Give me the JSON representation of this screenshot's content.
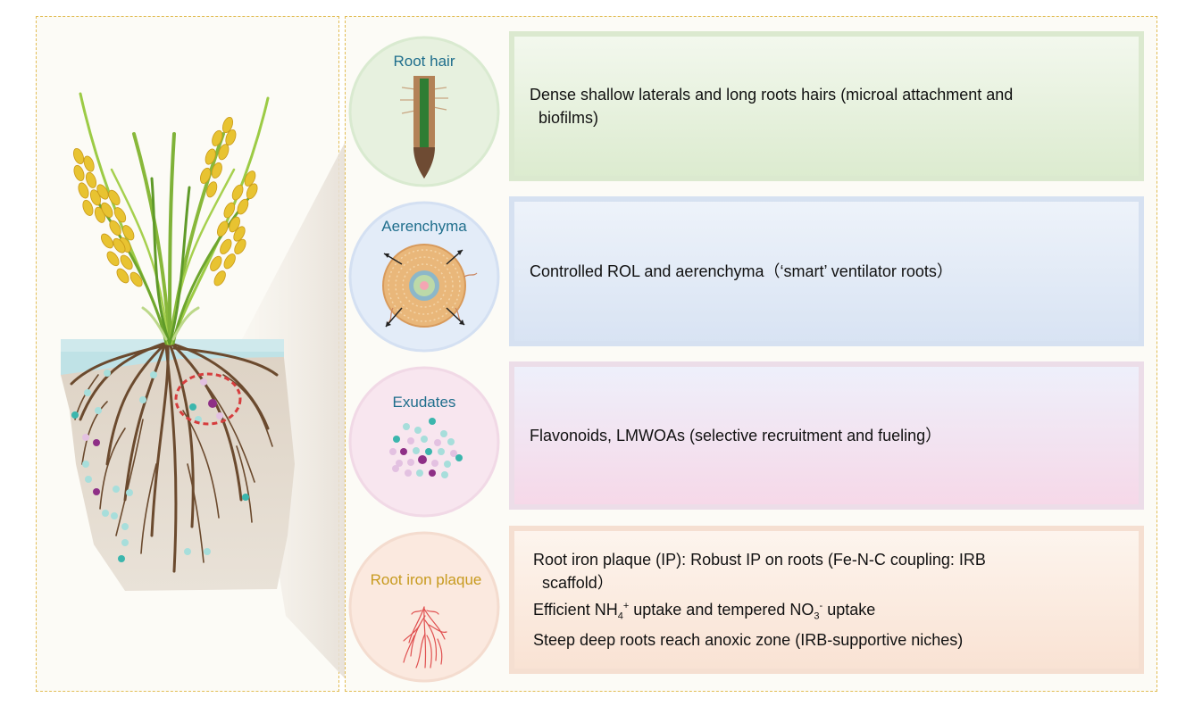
{
  "features": [
    {
      "label": "Root hair",
      "label_color": "#1f6e8c",
      "lines": [
        "Dense shallow laterals and long roots hairs (microal attachment and",
        "biofilms)"
      ]
    },
    {
      "label": "Aerenchyma",
      "label_color": "#1f6e8c",
      "lines": [
        "Controlled ROL and aerenchyma（‘smart’ ventilator roots）"
      ]
    },
    {
      "label": "Exudates",
      "label_color": "#1f6e8c",
      "lines": [
        "Flavonoids, LMWOAs (selective recruitment and fueling）"
      ]
    },
    {
      "label": "Root iron plaque",
      "label_color": "#c79a1e",
      "lines": [
        "Root iron plaque (IP): Robust IP on roots (Fe-N-C coupling: IRB",
        "scaffold）",
        {
          "pre": "Efficient NH",
          "sub1": "4",
          "sup1": "+",
          "mid": " uptake and tempered NO",
          "sub2": "3",
          "sup2": "-",
          "post": " uptake"
        },
        "Steep deep roots reach anoxic zone (IRB-supportive niches)"
      ]
    }
  ],
  "colors": {
    "panel_border": "#e2bd55",
    "root_hair_fill": "#e6f0dc",
    "aerenchyma_fill": "#e2eaf6",
    "exudates_fill": "#f7e4ee",
    "iron_fill": "#fbe7dc",
    "root_brown": "#6b4a2e",
    "teal_dot": "#3bb6ad",
    "purple_dot": "#8e2f86"
  }
}
